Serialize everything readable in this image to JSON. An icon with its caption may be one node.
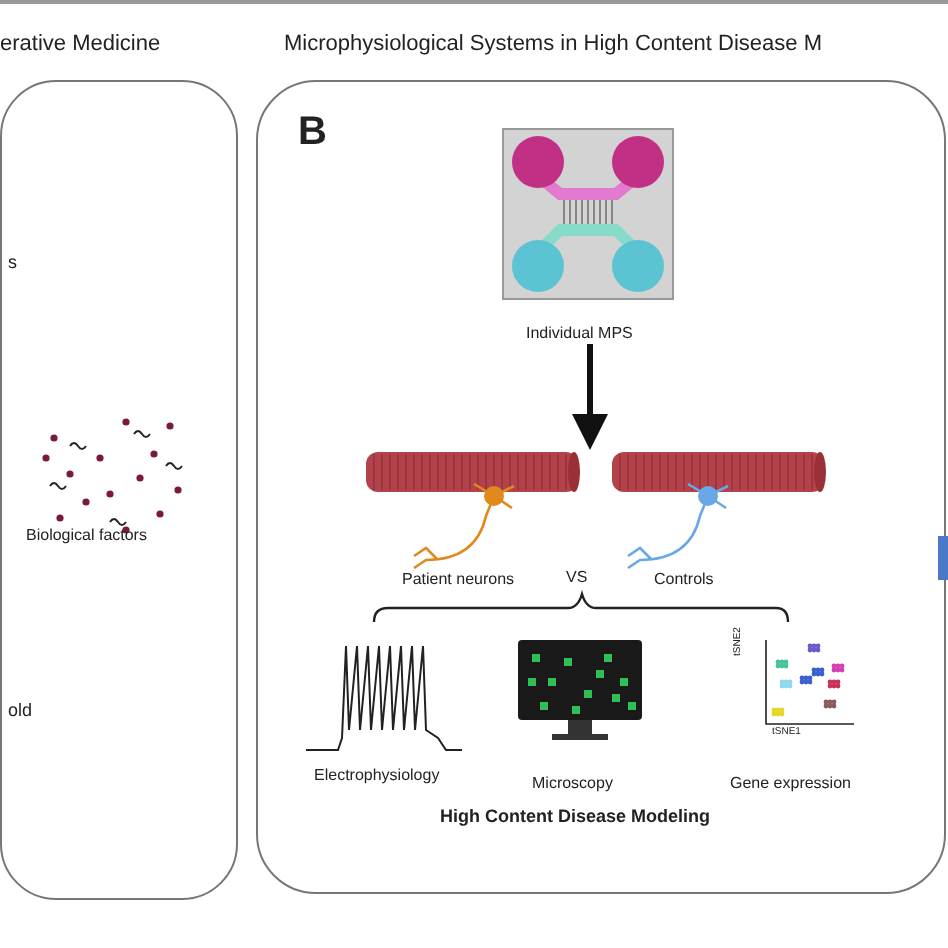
{
  "diagram": {
    "nodes": [
      {
        "text": [],
        "shape": "box"
      },
      {
        "text": [
          "Biological factors"
        ],
        "in": 0
      },
      {
        "text": [
          "B"
        ]
      },
      {
        "text": [
          "Individual MPS"
        ],
        "in": 2
      },
      {
        "text": [
          "Patient neurons"
        ],
        "in": 2
      },
      {
        "text": [
          "Controls"
        ],
        "in": 2
      },
      {
        "text": [
          "Electrophysiology"
        ],
        "in": 2
      },
      {
        "text": [
          "Microscopy"
        ],
        "in": 2
      },
      {
        "text": [
          "Gene expression"
        ],
        "in": 2
      }
    ],
    "edges": [
      {
        "from": 3,
        "to": 4,
        "arrow": "to"
      }
    ],
    "labels": [
      "erative Medicine",
      "Microphysiological Systems in High Content Disease M",
      "s",
      "old",
      "VS",
      "tSNE2",
      "tSNE1",
      "High Content Disease Modeling"
    ]
  }
}
